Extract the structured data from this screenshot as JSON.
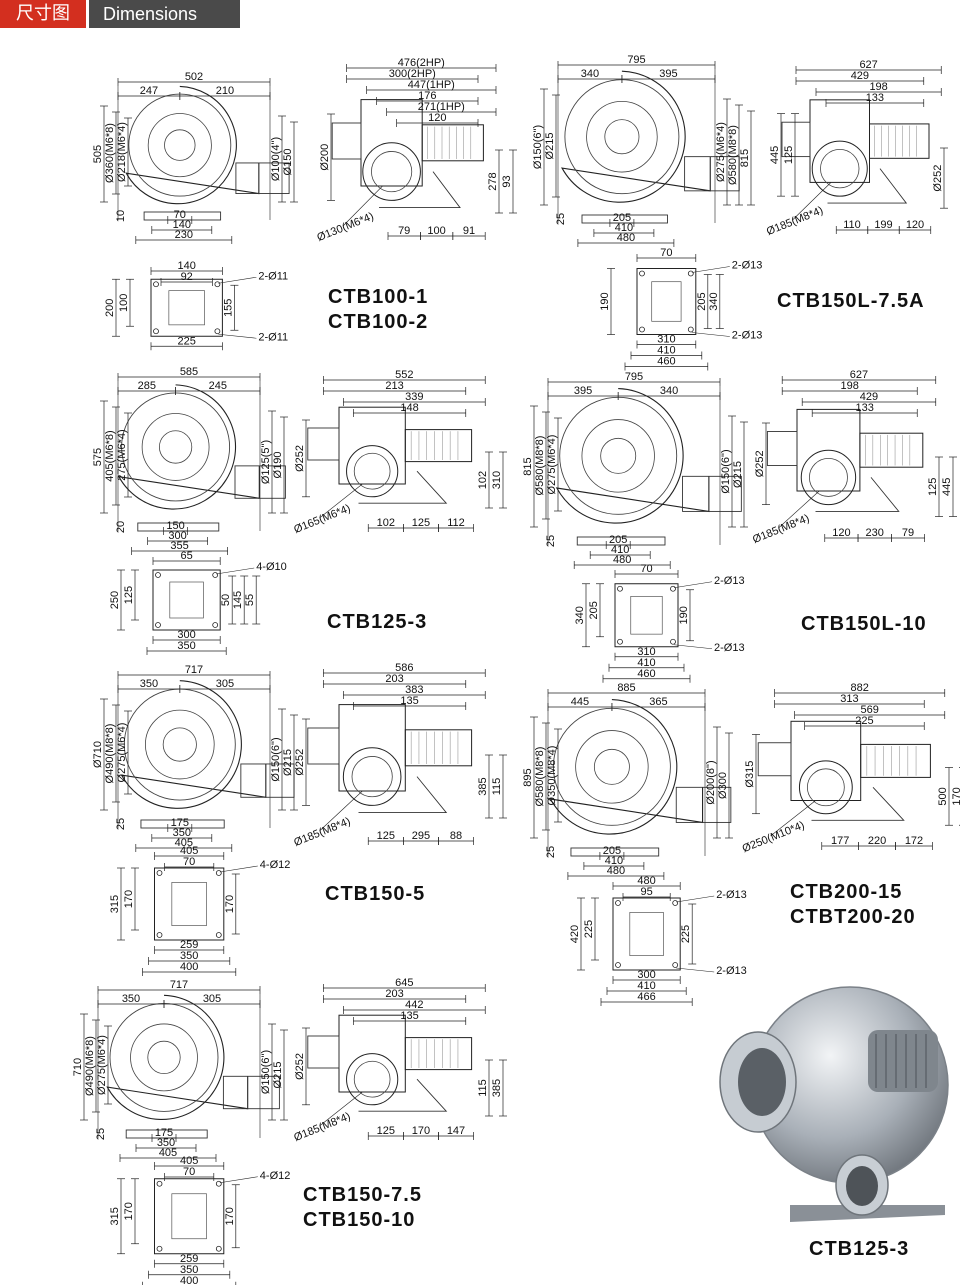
{
  "header": {
    "title_cn": "尺寸图",
    "title_en": "Dimensions"
  },
  "models": {
    "ctb100": [
      "CTB100-1",
      "CTB100-2"
    ],
    "ctb150l75a": [
      "CTB150L-7.5A"
    ],
    "ctb125": [
      "CTB125-3"
    ],
    "ctb150l10": [
      "CTB150L-10"
    ],
    "ctb150_5": [
      "CTB150-5"
    ],
    "ctb200": [
      "CTB200-15",
      "CTBT200-20"
    ],
    "ctb150_75": [
      "CTB150-7.5",
      "CTB150-10"
    ],
    "photo_caption": "CTB125-3"
  },
  "views": [
    {
      "name": "ctb100-front-view",
      "type": "front",
      "labels": {
        "top": [
          "502",
          "247",
          "210"
        ],
        "left": [
          "505",
          "Ø360(M6*8)",
          "Ø218(M6*4)"
        ],
        "right": [
          "Ø100(4\")",
          "Ø150"
        ],
        "bottom": [
          "70",
          "140",
          "230"
        ],
        "bottom_left": "10"
      }
    },
    {
      "name": "ctb100-side-view",
      "type": "side",
      "labels": {
        "top": [
          "476(2HP)",
          "300(2HP)",
          "447(1HP)",
          "176",
          "271(1HP)",
          "120"
        ],
        "left": [
          "Ø200"
        ],
        "right": [
          "278",
          "93"
        ],
        "bottom": [
          "79",
          "100",
          "91"
        ],
        "flange": "Ø130(M6*4)"
      }
    },
    {
      "name": "ctb150l75a-front-view",
      "type": "front",
      "labels": {
        "top": [
          "795",
          "340",
          "395"
        ],
        "left": [
          "Ø150(6\")",
          "Ø215"
        ],
        "right": [
          "Ø275(M6*4)",
          "Ø580(M8*8)",
          "815"
        ],
        "bottom": [
          "205",
          "410",
          "480"
        ],
        "bottom_left": "25"
      }
    },
    {
      "name": "ctb150l75a-side-view",
      "type": "side-left",
      "labels": {
        "top": [
          "627",
          "429",
          "198",
          "133"
        ],
        "left": [
          "445",
          "125"
        ],
        "right": [
          "Ø252"
        ],
        "bottom": [
          "110",
          "199",
          "120"
        ],
        "flange": "Ø185(M8*4)"
      }
    },
    {
      "name": "ctb100-base-view",
      "type": "base",
      "labels": {
        "top": [
          "140",
          "92"
        ],
        "left": [
          "200",
          "100"
        ],
        "right": [
          "155"
        ],
        "bottom": [
          "225"
        ],
        "holes": [
          "2-Ø11",
          "2-Ø11"
        ]
      }
    },
    {
      "name": "ctb150l75a-base-view",
      "type": "base",
      "labels": {
        "top": [
          "70"
        ],
        "left": [
          "190"
        ],
        "right": [
          "205",
          "340"
        ],
        "bottom": [
          "310",
          "410",
          "460"
        ],
        "holes": [
          "2-Ø13",
          "2-Ø13"
        ]
      }
    },
    {
      "name": "ctb125-front-view",
      "type": "front",
      "labels": {
        "top": [
          "585",
          "285",
          "245"
        ],
        "left": [
          "575",
          "405(M6*8)",
          "275(M6*4)"
        ],
        "right": [
          "Ø125(5\")",
          "Ø190"
        ],
        "bottom": [
          "150",
          "300",
          "355"
        ],
        "bottom_left": "20"
      }
    },
    {
      "name": "ctb125-side-view",
      "type": "side",
      "labels": {
        "top": [
          "552",
          "213",
          "339",
          "148"
        ],
        "left": [
          "Ø252"
        ],
        "right": [
          "102",
          "310"
        ],
        "bottom": [
          "102",
          "125",
          "112"
        ],
        "flange": "Ø165(M6*4)"
      }
    },
    {
      "name": "ctb150l10-front-view",
      "type": "front",
      "labels": {
        "top": [
          "795",
          "395",
          "340"
        ],
        "left": [
          "815",
          "Ø580(M8*8)",
          "Ø275(M6*4)"
        ],
        "right": [
          "Ø150(6\")",
          "Ø215"
        ],
        "bottom": [
          "205",
          "410",
          "480"
        ],
        "bottom_left": "25"
      }
    },
    {
      "name": "ctb150l10-side-view",
      "type": "side-left",
      "labels": {
        "top": [
          "627",
          "198",
          "429",
          "133"
        ],
        "left": [
          "Ø252"
        ],
        "right": [
          "125",
          "445"
        ],
        "bottom": [
          "120",
          "230",
          "79"
        ],
        "flange": "Ø185(M8*4)"
      }
    },
    {
      "name": "ctb125-base-view",
      "type": "base",
      "labels": {
        "top": [
          "65"
        ],
        "left": [
          "250",
          "125"
        ],
        "right": [
          "50",
          "145",
          "55"
        ],
        "bottom": [
          "300",
          "350"
        ],
        "holes": [
          "4-Ø10"
        ]
      }
    },
    {
      "name": "ctb150l10-base-view",
      "type": "base",
      "labels": {
        "top": [
          "70"
        ],
        "left": [
          "340",
          "205"
        ],
        "right": [
          "190"
        ],
        "bottom": [
          "310",
          "410",
          "460"
        ],
        "holes": [
          "2-Ø13",
          "2-Ø13"
        ]
      }
    },
    {
      "name": "ctb150-5-front-view",
      "type": "front",
      "labels": {
        "top": [
          "717",
          "350",
          "305"
        ],
        "left": [
          "Ø710",
          "Ø490(M8*8)",
          "Ø275(M6*4)"
        ],
        "right": [
          "Ø150(6\")",
          "Ø215"
        ],
        "bottom": [
          "175",
          "350",
          "405"
        ],
        "bottom_left": "25"
      }
    },
    {
      "name": "ctb150-5-side-view",
      "type": "side",
      "labels": {
        "top": [
          "586",
          "203",
          "383",
          "135"
        ],
        "left": [
          "Ø252"
        ],
        "right": [
          "385",
          "115"
        ],
        "bottom": [
          "125",
          "295",
          "88"
        ],
        "flange": "Ø185(M8*4)"
      }
    },
    {
      "name": "ctb200-front-view",
      "type": "front",
      "labels": {
        "top": [
          "885",
          "445",
          "365"
        ],
        "left": [
          "895",
          "Ø580(M8*8)",
          "Ø350(M8*4)"
        ],
        "right": [
          "Ø200(8\")",
          "Ø300"
        ],
        "bottom": [
          "205",
          "410",
          "480"
        ],
        "bottom_left": "25"
      }
    },
    {
      "name": "ctb200-side-view",
      "type": "side",
      "labels": {
        "top": [
          "882",
          "313",
          "569",
          "225"
        ],
        "left": [
          "Ø315"
        ],
        "right": [
          "500",
          "170"
        ],
        "bottom": [
          "177",
          "220",
          "172"
        ],
        "flange": "Ø250(M10*4)"
      }
    },
    {
      "name": "ctb150-5-base-view",
      "type": "base",
      "labels": {
        "top": [
          "405",
          "70"
        ],
        "left": [
          "315",
          "170"
        ],
        "right": [
          "170"
        ],
        "bottom": [
          "259",
          "350",
          "400"
        ],
        "holes": [
          "4-Ø12"
        ]
      }
    },
    {
      "name": "ctb200-base-view",
      "type": "base",
      "labels": {
        "top": [
          "480",
          "95"
        ],
        "left": [
          "420",
          "225"
        ],
        "right": [
          "225"
        ],
        "bottom": [
          "300",
          "410",
          "466"
        ],
        "holes": [
          "2-Ø13",
          "2-Ø13"
        ]
      }
    },
    {
      "name": "ctb150-75-front-view",
      "type": "front",
      "labels": {
        "top": [
          "717",
          "350",
          "305"
        ],
        "left": [
          "710",
          "Ø490(M6*8)",
          "Ø275(M6*4)"
        ],
        "right": [
          "Ø150(6\")",
          "Ø215"
        ],
        "bottom": [
          "175",
          "350",
          "405"
        ],
        "bottom_left": "25"
      }
    },
    {
      "name": "ctb150-75-side-view",
      "type": "side",
      "labels": {
        "top": [
          "645",
          "203",
          "442",
          "135"
        ],
        "left": [
          "Ø252"
        ],
        "right": [
          "115",
          "385"
        ],
        "bottom": [
          "125",
          "170",
          "147"
        ],
        "flange": "Ø185(M8*4)"
      }
    },
    {
      "name": "ctb150-75-base-view",
      "type": "base",
      "labels": {
        "top": [
          "405",
          "70"
        ],
        "left": [
          "315",
          "170"
        ],
        "right": [
          "170"
        ],
        "bottom": [
          "259",
          "350",
          "400"
        ],
        "holes": [
          "4-Ø12"
        ]
      }
    }
  ]
}
